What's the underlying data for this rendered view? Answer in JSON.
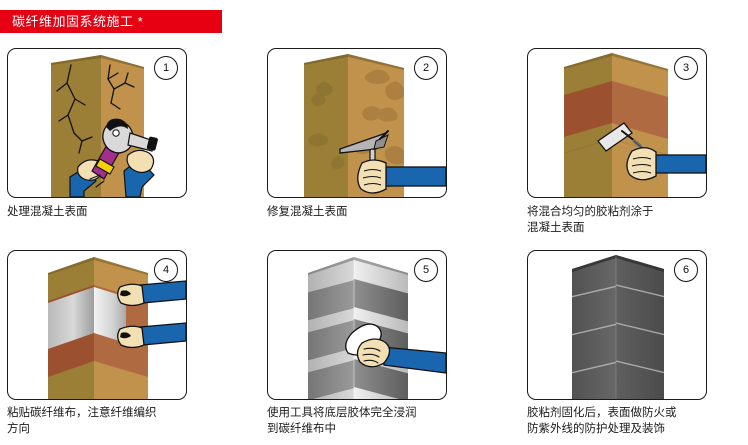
{
  "header": {
    "title": "碳纤维加固系统施工 *",
    "bg_color": "#e60012",
    "text_color": "#ffffff"
  },
  "colors": {
    "concrete_left": "#9c7f36",
    "concrete_right": "#c0924c",
    "concrete_top": "#7e6529",
    "adhesive_left": "#9b5130",
    "adhesive_right": "#b06a42",
    "fiber_light": "#e8e8e8",
    "fiber_dark": "#9a9a9a",
    "sleeve_blue": "#1a66ae",
    "skin": "#f2dfb4",
    "tool_gray": "#a8a8a8",
    "grinder_purple": "#a0308c",
    "grinder_yellow": "#f5d10a",
    "outline": "#111111",
    "caption_text": "#1c1c1c",
    "panel_border": "#1a1a1a"
  },
  "steps": [
    {
      "number": "1",
      "caption": "处理混凝土表面",
      "art": "cracked-concrete-column-with-grinder",
      "alt": "有裂缝的混凝土柱，工人手持打磨机处理表面"
    },
    {
      "number": "2",
      "caption": "修复混凝土表面",
      "art": "patched-concrete-column-with-trowel",
      "alt": "带修补斑块的混凝土柱，手持抹刀"
    },
    {
      "number": "3",
      "caption": "将混合均匀的胶粘剂涂于\n混凝土表面",
      "art": "concrete-column-with-adhesive-roller",
      "alt": "混凝土柱上涂胶粘剂，手持滚筒"
    },
    {
      "number": "4",
      "caption": "粘贴碳纤维布，注意纤维编织\n方向",
      "art": "column-with-carbon-fiber-sheet-and-hands",
      "alt": "在柱面上粘贴碳纤维布，双手压贴"
    },
    {
      "number": "5",
      "caption": "使用工具将底层胶体完全浸润\n到碳纤维布中",
      "art": "gray-banded-column-with-pad-tool",
      "alt": "用工具将胶体浸润到碳纤维布中"
    },
    {
      "number": "6",
      "caption": "胶粘剂固化后，表面做防火或\n防紫外线的防护处理及装饰",
      "art": "finished-dark-gray-column",
      "alt": "固化后的深灰色碳纤维加固柱"
    }
  ]
}
